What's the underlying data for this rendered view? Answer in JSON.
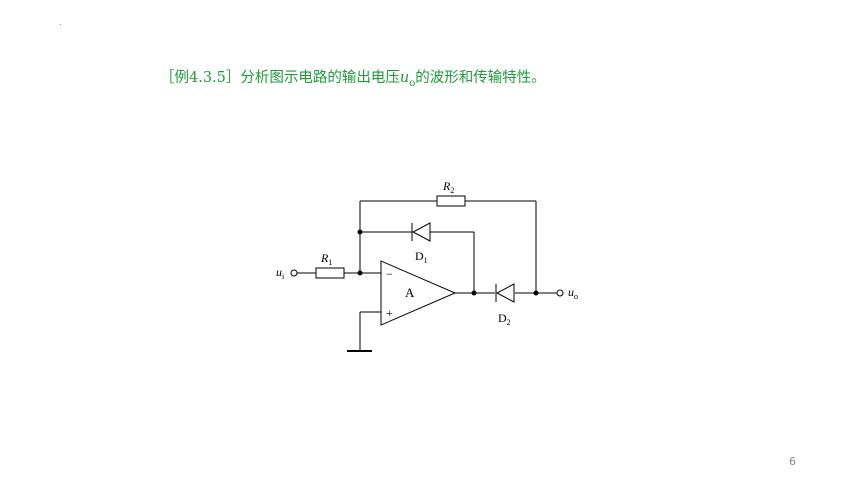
{
  "slide": {
    "dot": ".",
    "title": {
      "prefix": "［例4.3.5］分析图示电路的输出电压",
      "var": "u",
      "sub": "o",
      "suffix": "的波形和传输特性。"
    },
    "page_number": "6"
  },
  "circuit": {
    "labels": {
      "r1_main": "R",
      "r1_sub": "1",
      "r2_main": "R",
      "r2_sub": "2",
      "d1_main": "D",
      "d1_sub": "1",
      "d2_main": "D",
      "d2_sub": "2",
      "opamp": "A",
      "minus": "−",
      "plus": "+",
      "ui_main": "u",
      "ui_sub": "i",
      "uo_main": "u",
      "uo_sub": "o"
    }
  }
}
